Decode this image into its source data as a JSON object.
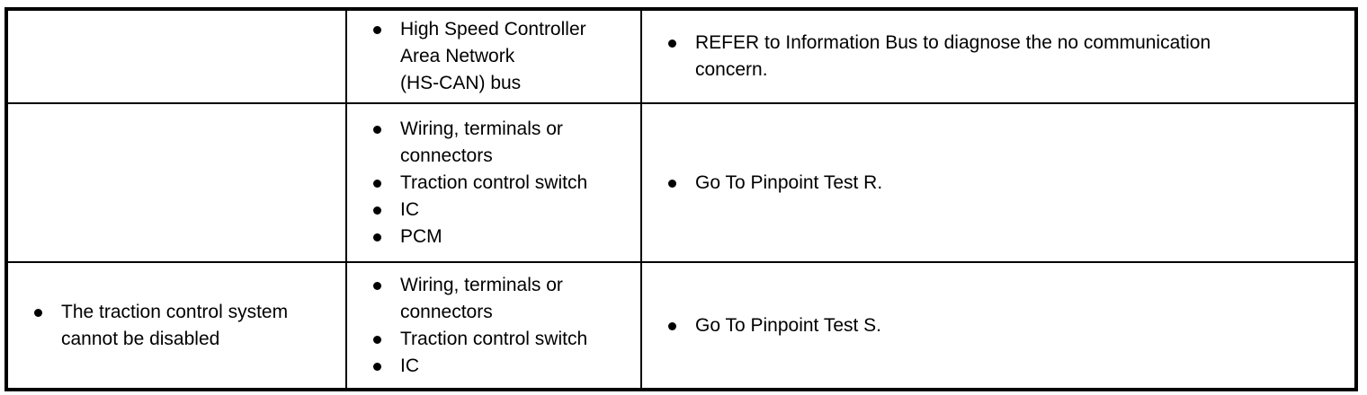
{
  "colors": {
    "border": "#000000",
    "text": "#000000",
    "background": "#ffffff"
  },
  "table": {
    "name": "symptom-chart-fragment",
    "columns": [
      "symptom",
      "possible_sources",
      "action"
    ],
    "rows": [
      {
        "symptom": [],
        "possible_sources": [
          "High Speed Controller\nArea Network\n(HS-CAN) bus"
        ],
        "action": [
          "REFER to Information Bus to diagnose the no communication\nconcern."
        ]
      },
      {
        "symptom": [],
        "possible_sources": [
          "Wiring, terminals or\nconnectors",
          "Traction control switch",
          "IC",
          "PCM"
        ],
        "action": [
          "Go To Pinpoint Test R."
        ]
      },
      {
        "symptom": [
          "The traction control system\ncannot be disabled"
        ],
        "possible_sources": [
          "Wiring, terminals or\nconnectors",
          "Traction control switch",
          "IC"
        ],
        "action": [
          "Go To Pinpoint Test S."
        ]
      }
    ]
  }
}
